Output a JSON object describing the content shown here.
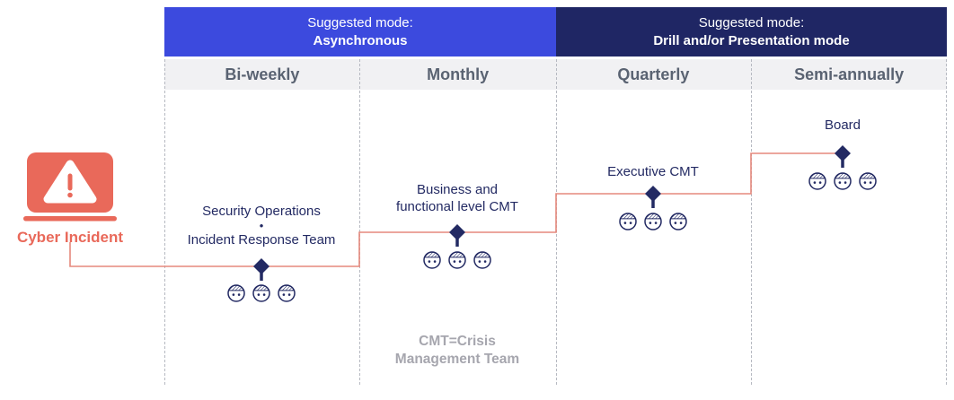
{
  "banners": [
    {
      "prefix": "Suggested mode:",
      "mode": "Asynchronous"
    },
    {
      "prefix": "Suggested mode:",
      "mode": "Drill and/or Presentation mode"
    }
  ],
  "columns": [
    {
      "label": "Bi-weekly"
    },
    {
      "label": "Monthly"
    },
    {
      "label": "Quarterly"
    },
    {
      "label": "Semi-annually"
    }
  ],
  "source": {
    "label": "Cyber Incident"
  },
  "stations": [
    {
      "column": "Bi-weekly",
      "label_lines": [
        "Security Operations",
        "•",
        "Incident Response Team"
      ],
      "people": 3
    },
    {
      "column": "Monthly",
      "label_lines": [
        "Business and",
        "functional level CMT"
      ],
      "people": 3
    },
    {
      "column": "Quarterly",
      "label_lines": [
        "Executive CMT"
      ],
      "people": 3
    },
    {
      "column": "Semi-annually",
      "label_lines": [
        "Board"
      ],
      "people": 3
    }
  ],
  "footnote": "CMT=Crisis Management Team",
  "colors": {
    "band-blue": "#3c4ade",
    "band-navy": "#1f2664",
    "navy": "#232a63",
    "accent-red": "#e9695a",
    "line-red": "#e5897d",
    "header-bg": "#f1f1f3",
    "header-text": "#5a6372",
    "footnote-gray": "#a6a6ae",
    "divider-gray": "#b6b9c1"
  }
}
